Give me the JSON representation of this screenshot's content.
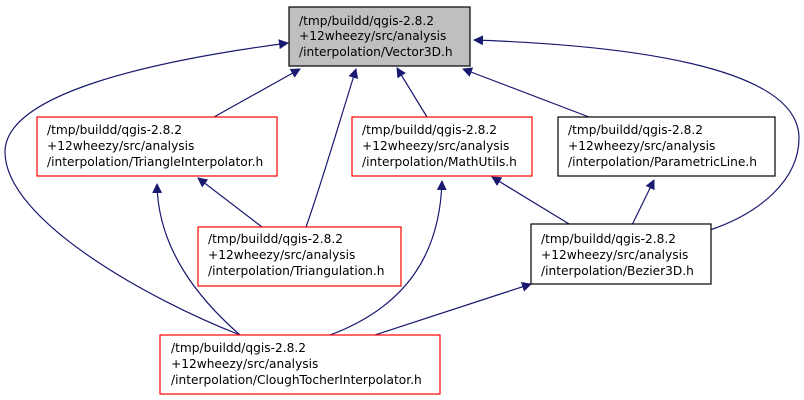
{
  "colors": {
    "edge": "#191970",
    "focus_fill": "#bfbfbf",
    "focus_border": "#000000",
    "red_border": "#ff0000",
    "black_border": "#000000",
    "node_fill": "#ffffff"
  },
  "nodes": {
    "vector3d": {
      "lines": [
        "/tmp/buildd/qgis-2.8.2",
        "+12wheezy/src/analysis",
        "/interpolation/Vector3D.h"
      ]
    },
    "triangle_interpolator": {
      "lines": [
        "/tmp/buildd/qgis-2.8.2",
        "+12wheezy/src/analysis",
        "/interpolation/TriangleInterpolator.h"
      ]
    },
    "math_utils": {
      "lines": [
        "/tmp/buildd/qgis-2.8.2",
        "+12wheezy/src/analysis",
        "/interpolation/MathUtils.h"
      ]
    },
    "parametric_line": {
      "lines": [
        "/tmp/buildd/qgis-2.8.2",
        "+12wheezy/src/analysis",
        "/interpolation/ParametricLine.h"
      ]
    },
    "triangulation": {
      "lines": [
        "/tmp/buildd/qgis-2.8.2",
        "+12wheezy/src/analysis",
        "/interpolation/Triangulation.h"
      ]
    },
    "bezier3d": {
      "lines": [
        "/tmp/buildd/qgis-2.8.2",
        "+12wheezy/src/analysis",
        "/interpolation/Bezier3D.h"
      ]
    },
    "clough_tocher": {
      "lines": [
        "/tmp/buildd/qgis-2.8.2",
        "+12wheezy/src/analysis",
        "/interpolation/CloughTocherInterpolator.h"
      ]
    }
  }
}
